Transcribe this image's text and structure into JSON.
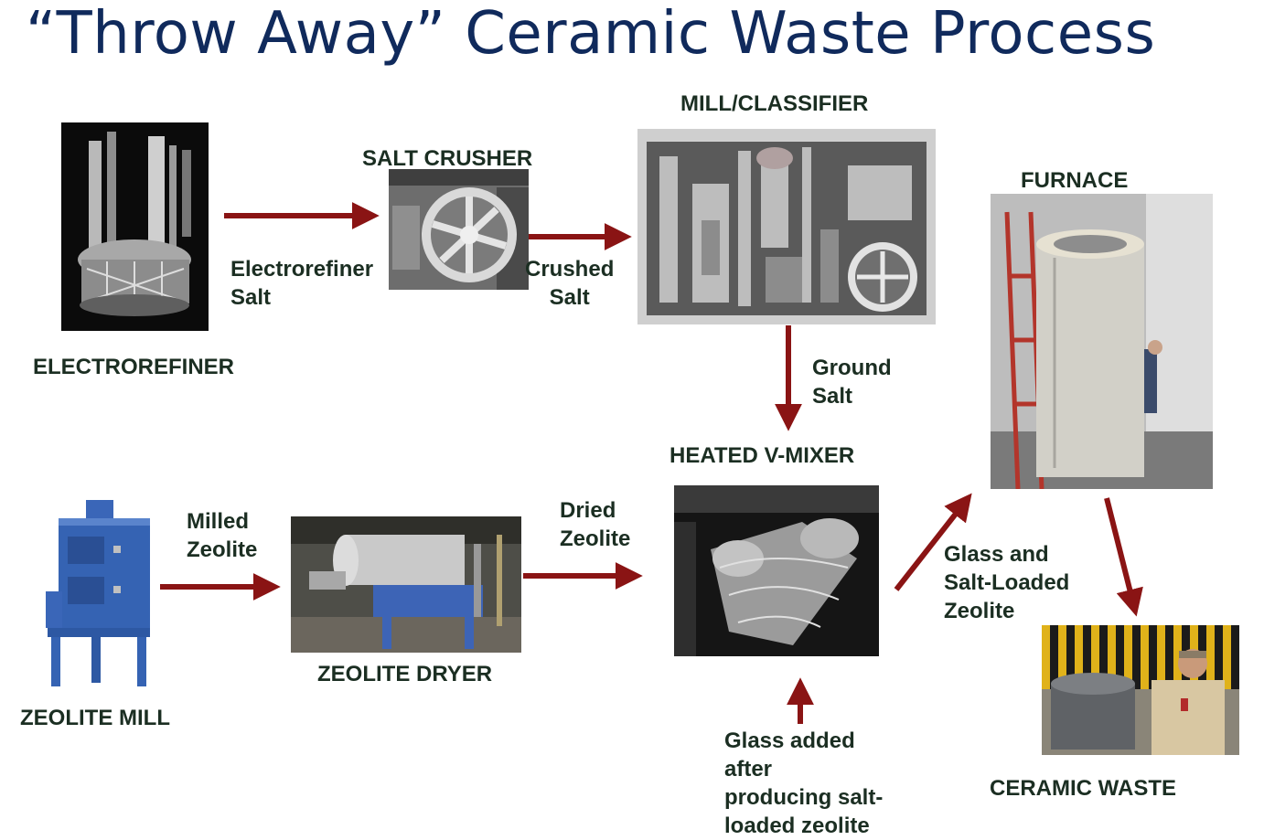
{
  "title": "“Throw Away” Ceramic Waste Process",
  "colors": {
    "title": "#102a5c",
    "label": "#1b2e22",
    "arrow": "#8a1414"
  },
  "equipment": {
    "electrorefiner": "ELECTROREFINER",
    "salt_crusher": "SALT CRUSHER",
    "mill_classifier": "MILL/CLASSIFIER",
    "furnace": "FURNACE",
    "heated_v_mixer": "HEATED V-MIXER",
    "zeolite_mill": "ZEOLITE MILL",
    "zeolite_dryer": "ZEOLITE DRYER",
    "ceramic_waste": "CERAMIC WASTE"
  },
  "flows": {
    "electrorefiner_salt": [
      "Electrorefiner",
      "Salt"
    ],
    "crushed_salt": [
      "Crushed",
      "Salt"
    ],
    "ground_salt": [
      "Ground",
      "Salt"
    ],
    "milled_zeolite": [
      "Milled",
      "Zeolite"
    ],
    "dried_zeolite": [
      "Dried",
      "Zeolite"
    ],
    "glass_salt_zeolite": [
      "Glass and",
      "Salt-Loaded",
      "Zeolite"
    ],
    "glass_added": [
      "Glass added",
      "after",
      "producing salt-",
      "loaded zeolite"
    ]
  }
}
